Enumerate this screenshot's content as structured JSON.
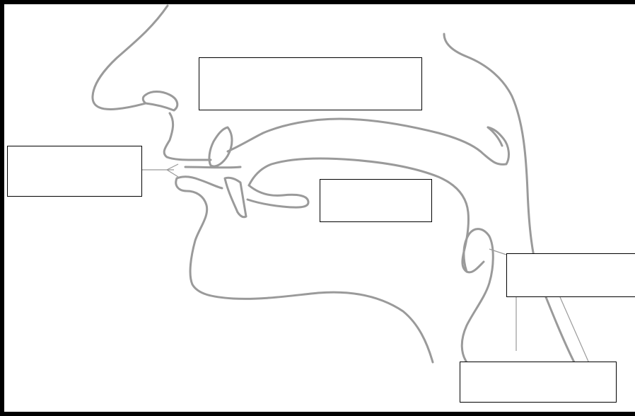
{
  "diagram": {
    "labels": [
      {
        "id": "box-top",
        "text": ""
      },
      {
        "id": "box-left",
        "text": ""
      },
      {
        "id": "box-mid",
        "text": ""
      },
      {
        "id": "box-right",
        "text": ""
      },
      {
        "id": "box-bottom",
        "text": ""
      }
    ]
  },
  "colors": {
    "outline": "#9a9a9a",
    "border": "#000000",
    "background": "#ffffff"
  }
}
